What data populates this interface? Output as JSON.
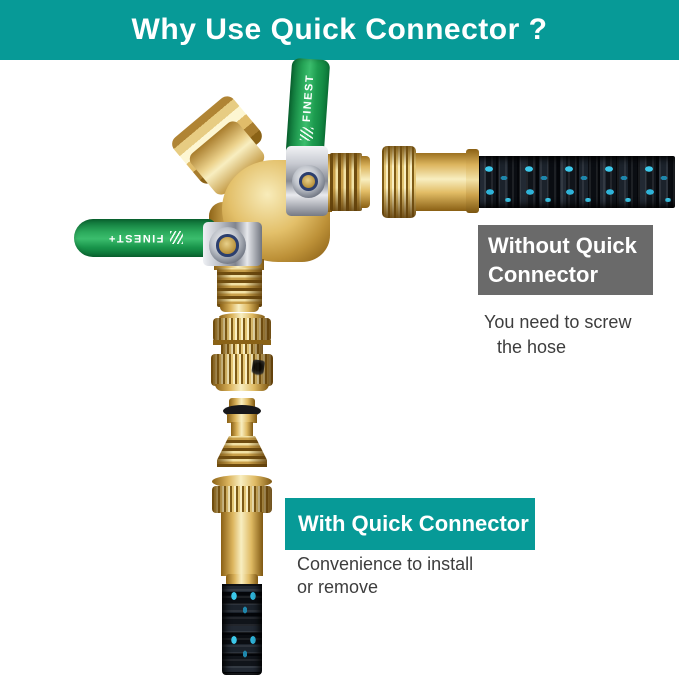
{
  "colors": {
    "banner_teal": "#079a97",
    "label_gray": "#6a6a6a",
    "caption_text": "#3d3d3d",
    "label_text": "#ffffff",
    "lever_green": "#2aab5d",
    "brass": "#dcb55e",
    "hose_black": "#0b0e13",
    "hose_accent": "#3cc8ea"
  },
  "header": {
    "title": "Why Use Quick Connector ?"
  },
  "without_section": {
    "label": "Without Quick Connector",
    "caption_lines": [
      "You need to screw",
      "the hose"
    ]
  },
  "with_section": {
    "label": "With Quick Connector",
    "caption_lines": [
      "Convenience to install",
      "or remove"
    ]
  },
  "branding": {
    "top_lever_text": "FINEST",
    "left_lever_text": "FINEST+"
  }
}
